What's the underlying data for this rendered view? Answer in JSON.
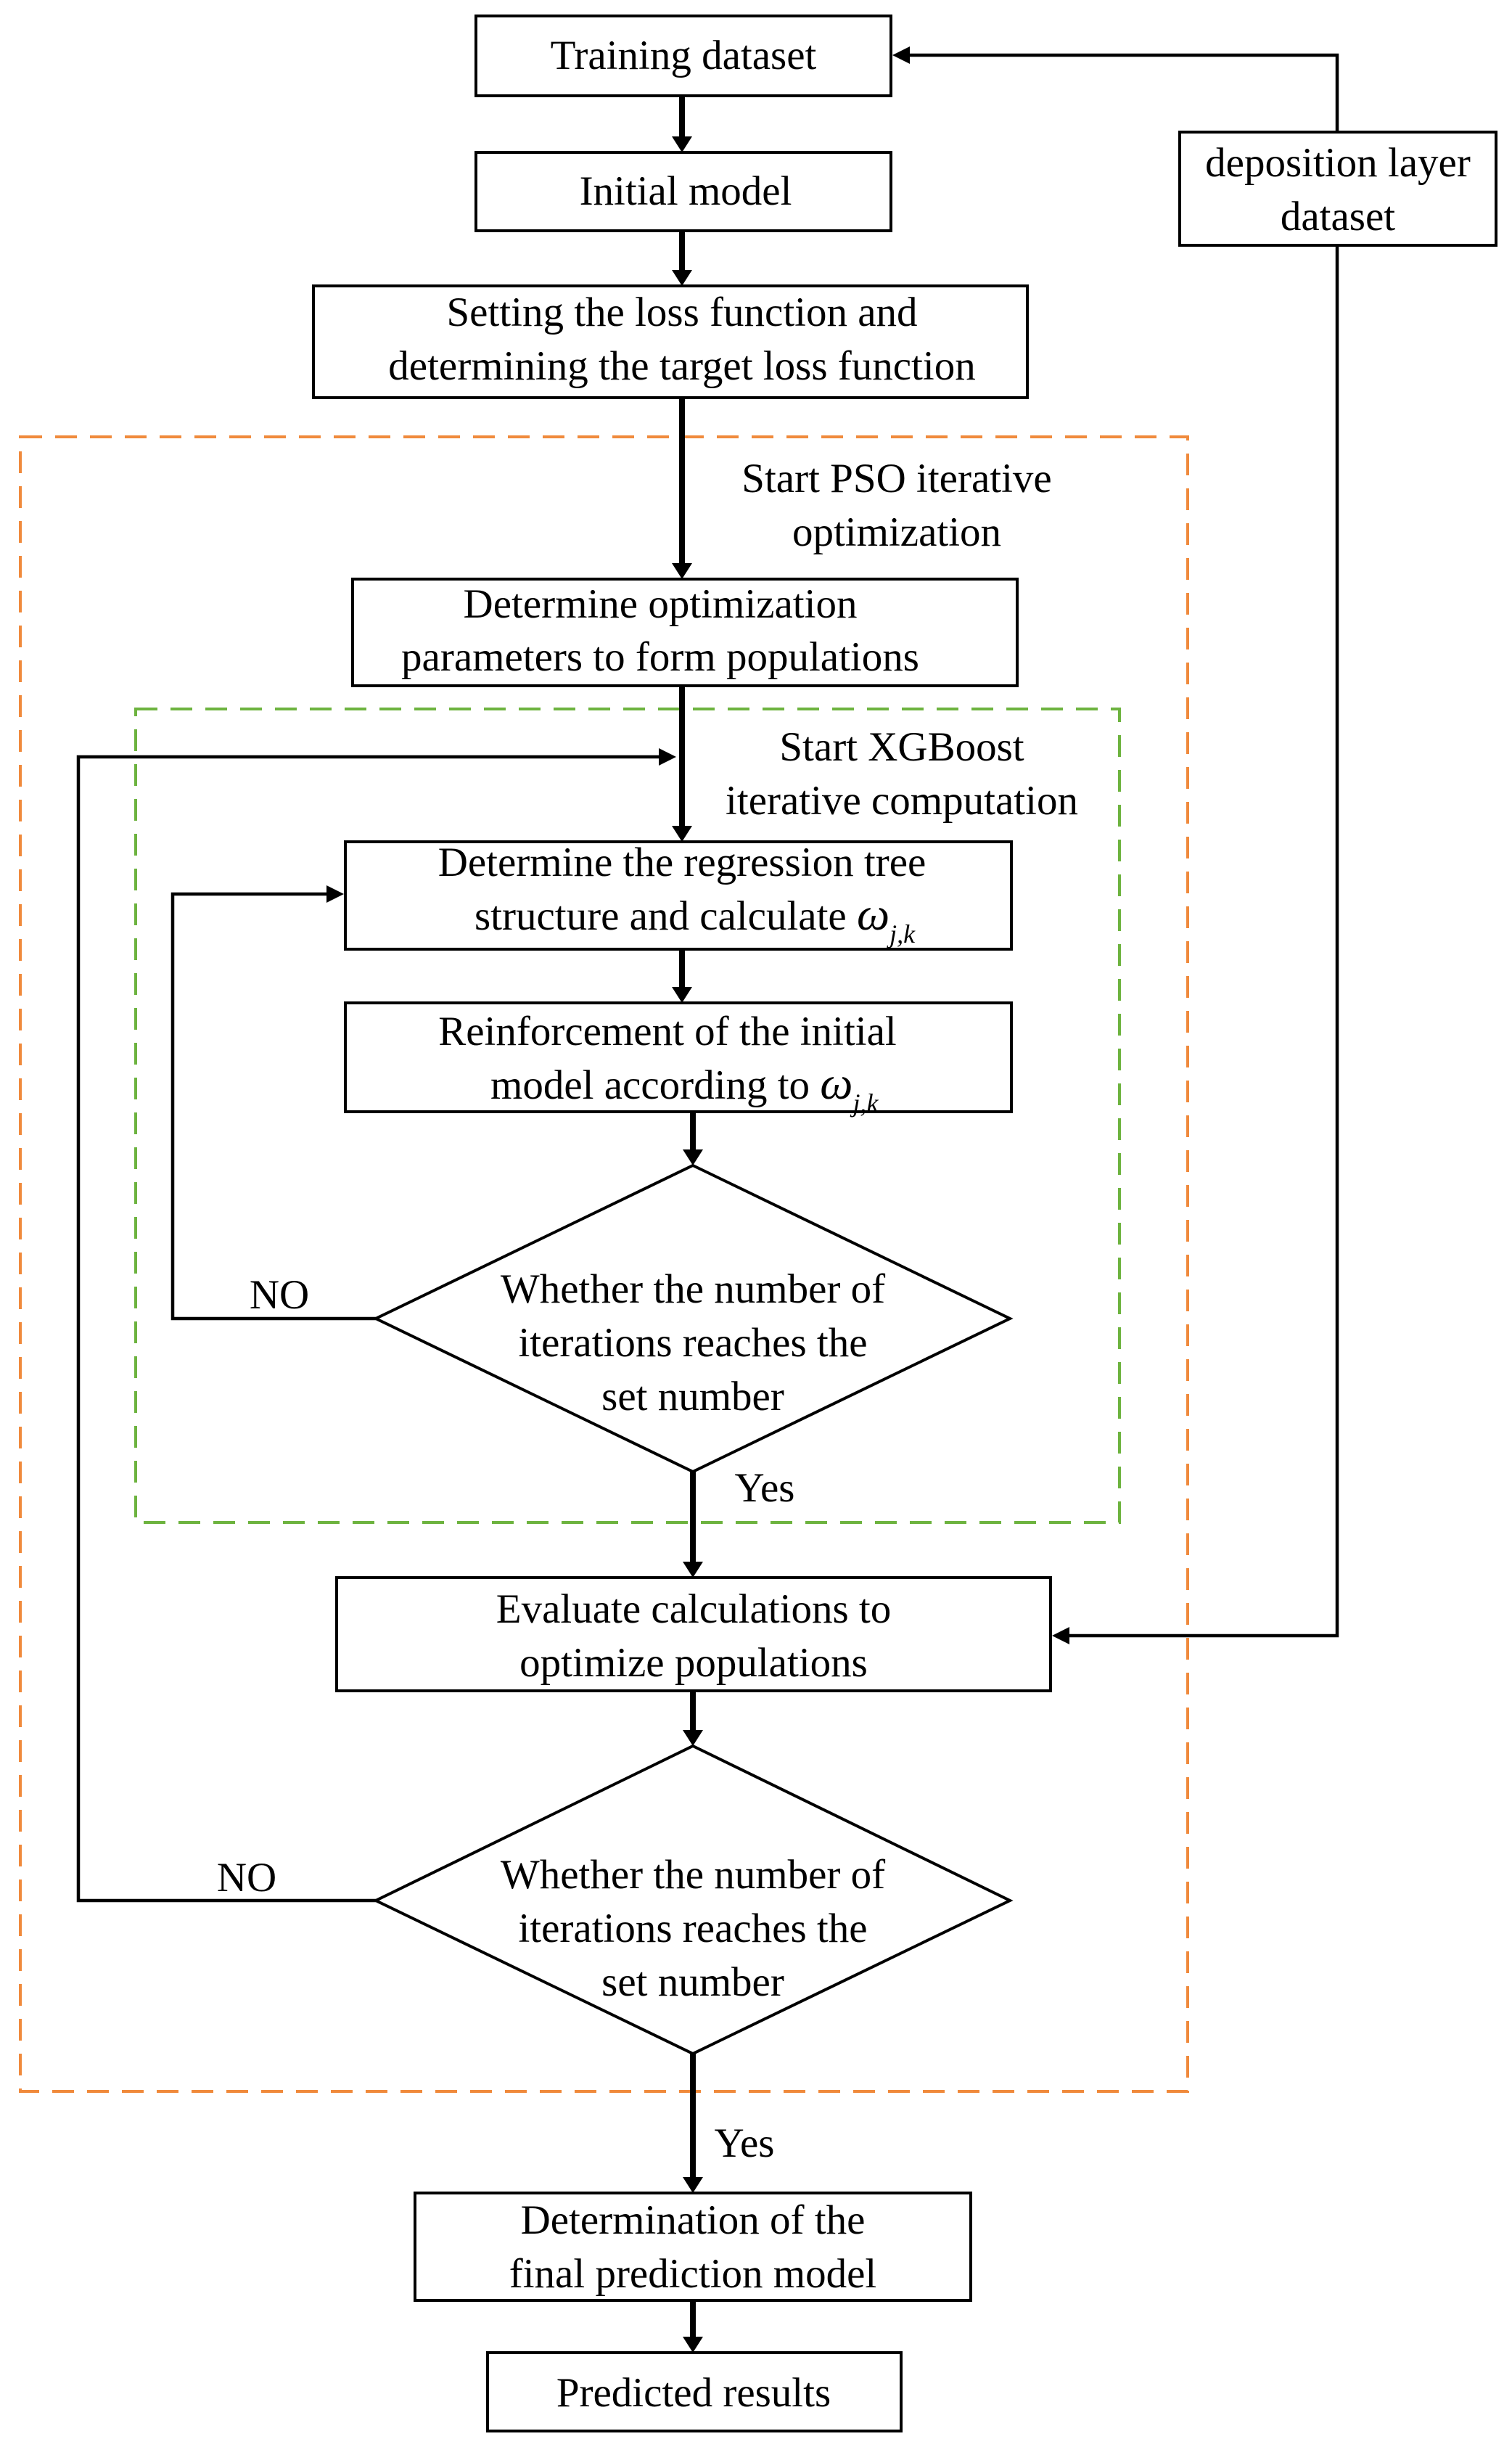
{
  "nodes": {
    "training_dataset": "Training dataset",
    "initial_model": "Initial model",
    "loss_function": [
      "Setting the loss function and",
      "determining the target loss function"
    ],
    "deposition_layer_dataset": [
      "deposition layer",
      "dataset"
    ],
    "pso_start": [
      "Start PSO iterative",
      "optimization"
    ],
    "determine_parameters": [
      "Determine optimization",
      "parameters to form populations"
    ],
    "xgboost_start": [
      "Start XGBoost",
      "iterative computation"
    ],
    "regression_tree": [
      "Determine the regression tree",
      "structure and calculate "
    ],
    "reinforcement": [
      "Reinforcement of the initial",
      "model according to "
    ],
    "inner_decision": [
      "Whether the number of",
      "iterations reaches the",
      "set number"
    ],
    "evaluate": [
      "Evaluate calculations to",
      "optimize populations"
    ],
    "outer_decision": [
      "Whether the number of",
      "iterations reaches the",
      "set number"
    ],
    "final_model": [
      "Determination of the",
      "final prediction model"
    ],
    "predicted_results": "Predicted results"
  },
  "math": {
    "omega": "ω",
    "subscript": "j,k"
  },
  "labels": {
    "no": "NO",
    "yes": "Yes"
  },
  "colors": {
    "pso_region": "#F08A3C",
    "xgboost_region": "#6DB33F",
    "stroke": "#000000"
  }
}
